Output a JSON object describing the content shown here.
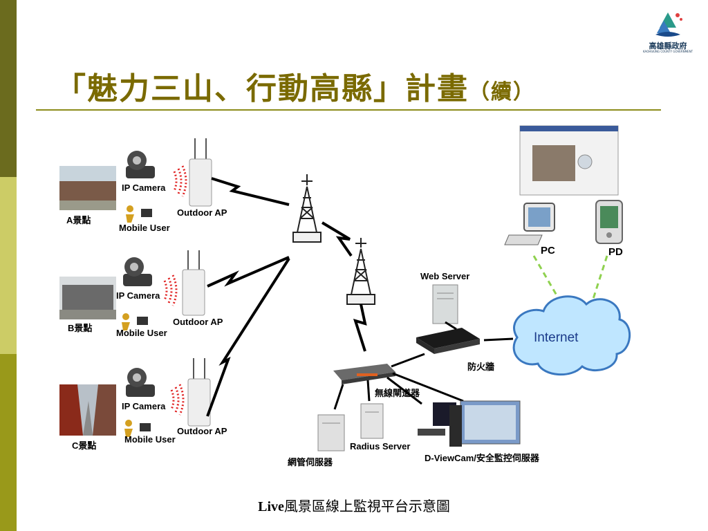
{
  "slide": {
    "title": "「魅力三山、行動高縣」計畫",
    "title_suffix": "（續）",
    "logo_name": "高雄縣政府",
    "logo_sub": "KAOHSIUNG COUNTY GOVERNMENT",
    "caption_bold": "Live",
    "caption_rest": "風景區線上監視平台示意圖"
  },
  "diagram": {
    "sites": [
      {
        "site_label": "A景點",
        "camera_label": "IP Camera",
        "ap_label": "Outdoor AP",
        "user_label": "Mobile User"
      },
      {
        "site_label": "B景點",
        "camera_label": "IP Camera",
        "ap_label": "Outdoor AP",
        "user_label": "Mobile User"
      },
      {
        "site_label": "C景點",
        "camera_label": "IP Camera",
        "ap_label": "Outdoor AP",
        "user_label": "Mobile User"
      }
    ],
    "web_server": "Web Server",
    "firewall": "防火牆",
    "internet": "Internet",
    "pc": "PC",
    "pd": "PD",
    "gateway": "無線閘道器",
    "radius": "Radius Server",
    "nms": "網管伺服器",
    "dview": "D-ViewCam/安全監控伺服器"
  },
  "colors": {
    "title": "#7a6a00",
    "rule": "#8c8c1a",
    "bar_dark": "#6b6b1e",
    "bar_light": "#cccc66",
    "bar_mid": "#99991a",
    "signal": "#e02020",
    "dash": "#8fd14f",
    "cloud": "#bfe6ff"
  }
}
